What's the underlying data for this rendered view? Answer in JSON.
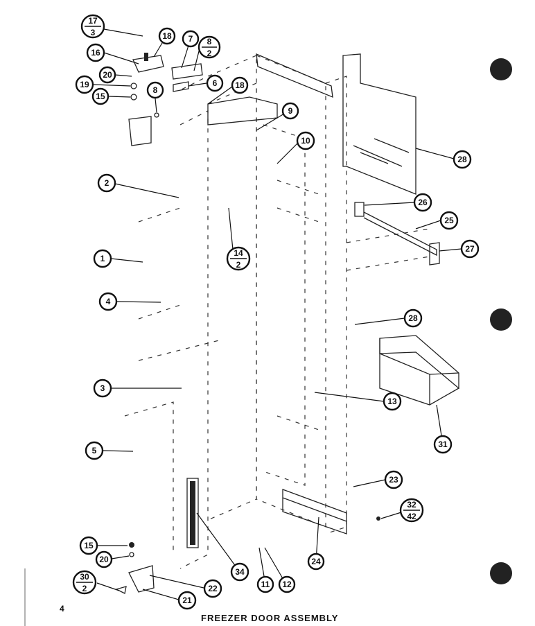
{
  "diagram": {
    "caption": "FREEZER DOOR ASSEMBLY",
    "page_number": "4",
    "callouts": [
      {
        "id": "c17-3",
        "num": "17",
        "den": "3"
      },
      {
        "id": "c18-top",
        "label": "18"
      },
      {
        "id": "c7",
        "label": "7"
      },
      {
        "id": "c8-2",
        "num": "8",
        "den": "2"
      },
      {
        "id": "c16",
        "label": "16"
      },
      {
        "id": "c20-top",
        "label": "20"
      },
      {
        "id": "c19",
        "label": "19"
      },
      {
        "id": "c15-top",
        "label": "15"
      },
      {
        "id": "c8",
        "label": "8"
      },
      {
        "id": "c6",
        "label": "6"
      },
      {
        "id": "c18-mid",
        "label": "18"
      },
      {
        "id": "c9",
        "label": "9"
      },
      {
        "id": "c10",
        "label": "10"
      },
      {
        "id": "c28-top",
        "label": "28"
      },
      {
        "id": "c2",
        "label": "2"
      },
      {
        "id": "c26",
        "label": "26"
      },
      {
        "id": "c25",
        "label": "25"
      },
      {
        "id": "c14-2",
        "num": "14",
        "den": "2"
      },
      {
        "id": "c27",
        "label": "27"
      },
      {
        "id": "c1",
        "label": "1"
      },
      {
        "id": "c4",
        "label": "4"
      },
      {
        "id": "c28-mid",
        "label": "28"
      },
      {
        "id": "c3",
        "label": "3"
      },
      {
        "id": "c13",
        "label": "13"
      },
      {
        "id": "c31",
        "label": "31"
      },
      {
        "id": "c5",
        "label": "5"
      },
      {
        "id": "c23",
        "label": "23"
      },
      {
        "id": "c32-42",
        "num": "32",
        "den": "42"
      },
      {
        "id": "c15-bot",
        "label": "15"
      },
      {
        "id": "c20-bot",
        "label": "20"
      },
      {
        "id": "c24",
        "label": "24"
      },
      {
        "id": "c34",
        "label": "34"
      },
      {
        "id": "c30-2",
        "num": "30",
        "den": "2"
      },
      {
        "id": "c22",
        "label": "22"
      },
      {
        "id": "c21",
        "label": "21"
      },
      {
        "id": "c11",
        "label": "11"
      },
      {
        "id": "c12",
        "label": "12"
      }
    ]
  }
}
